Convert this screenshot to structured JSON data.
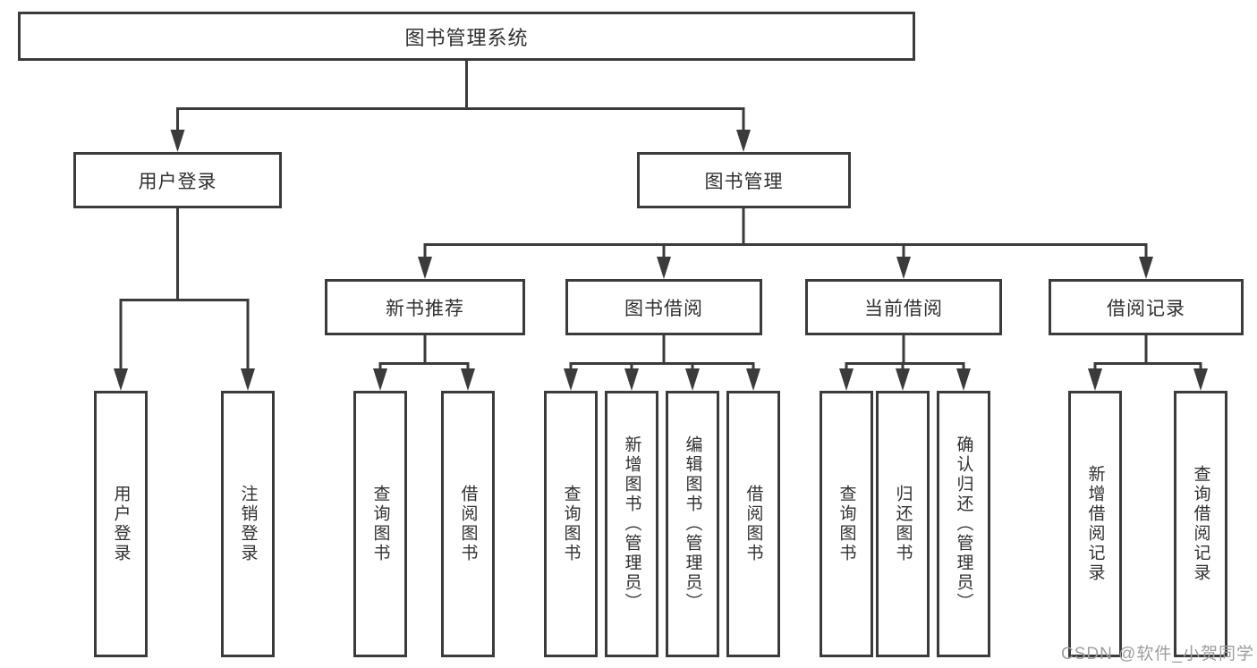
{
  "tree": {
    "root": {
      "label": "图书管理系统"
    },
    "branches": [
      {
        "label": "用户登录",
        "children": [
          {
            "label": "用户登录"
          },
          {
            "label": "注销登录"
          }
        ]
      },
      {
        "label": "图书管理",
        "children": [
          {
            "label": "新书推荐",
            "children": [
              {
                "label": "查询图书"
              },
              {
                "label": "借阅图书"
              }
            ]
          },
          {
            "label": "图书借阅",
            "children": [
              {
                "label": "查询图书"
              },
              {
                "label": "新增图书（管理员）"
              },
              {
                "label": "编辑图书（管理员）"
              },
              {
                "label": "借阅图书"
              }
            ]
          },
          {
            "label": "当前借阅",
            "children": [
              {
                "label": "查询图书"
              },
              {
                "label": "归还图书"
              },
              {
                "label": "确认归还（管理员）"
              }
            ]
          },
          {
            "label": "借阅记录",
            "children": [
              {
                "label": "新增借阅记录"
              },
              {
                "label": "查询借阅记录"
              }
            ]
          }
        ]
      }
    ]
  },
  "watermark": {
    "text": "CSDN @软件_小贺同学"
  },
  "colors": {
    "line": "#3b3b3b",
    "box_border": "#3b3b3b",
    "box_fill": "#ffffff",
    "text": "#303030",
    "watermark": "#9e9e9e",
    "background": "#ffffff"
  }
}
